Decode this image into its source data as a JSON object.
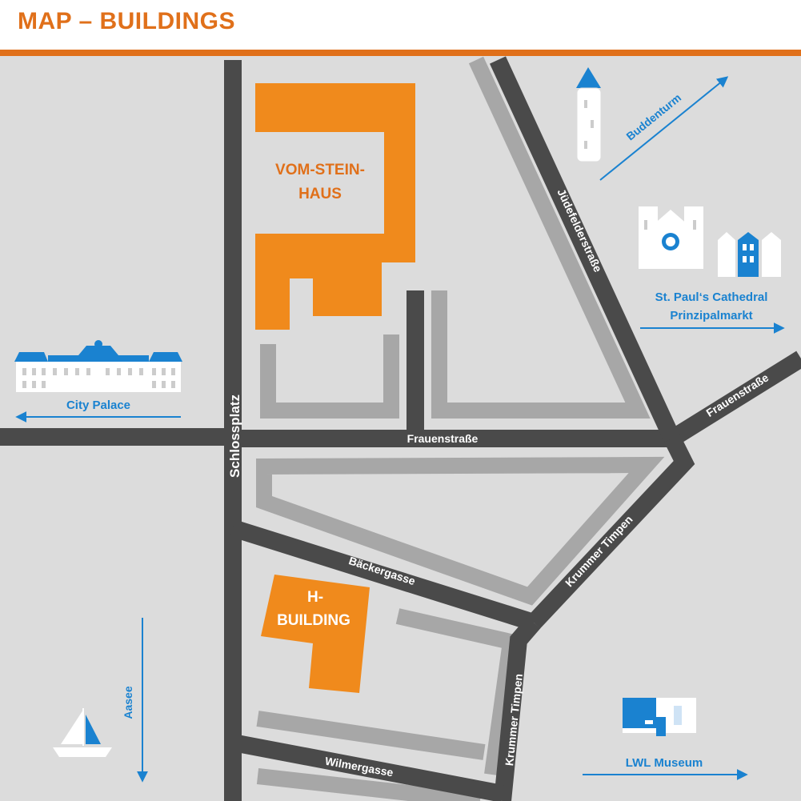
{
  "header": {
    "title": "MAP – BUILDINGS"
  },
  "buildings": {
    "vom_stein": {
      "line1": "VOM-STEIN-",
      "line2": "HAUS"
    },
    "h_building": {
      "line1": "H-",
      "line2": "BUILDING"
    }
  },
  "streets": {
    "schlossplatz": "Schlossplatz",
    "frauenstrasse_main": "Frauenstraße",
    "frauenstrasse_east": "Frauenstraße",
    "judefelderstrasse": "Jüdefelderstraße",
    "baeckergasse": "Bäckergasse",
    "krummer_timpen_upper": "Krummer Timpen",
    "krummer_timpen_lower": "Krummer Timpen",
    "wilmergasse": "Wilmergasse"
  },
  "landmarks": {
    "city_palace": "City Palace",
    "buddenturm": "Buddenturm",
    "cathedral": "St. Paul‘s Cathedral",
    "prinzipalmarkt": "Prinzipalmarkt",
    "aasee": "Aasee",
    "lwl_museum": "LWL Museum"
  },
  "colors": {
    "accent": "#e0701a",
    "building": "#f08a1c",
    "landmark_blue": "#1a82d0",
    "street": "#4a4a4a",
    "block": "#a7a7a7",
    "ground": "#dcdcdc"
  }
}
